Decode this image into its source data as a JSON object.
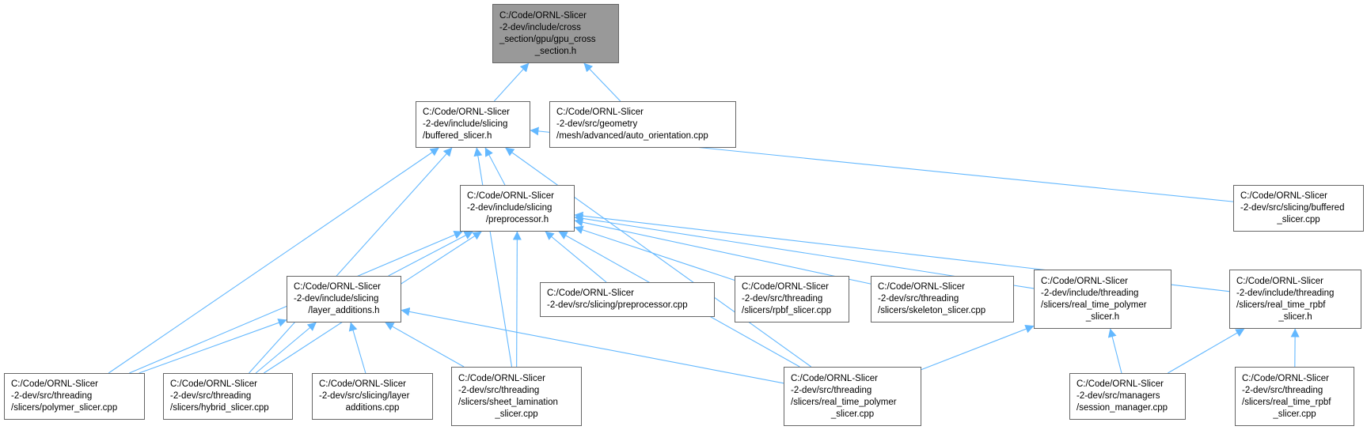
{
  "colors": {
    "edge": "#63b8ff",
    "node_border": "#666666",
    "focus_fill": "#999999",
    "node_fill": "#ffffff"
  },
  "nodes": {
    "gpu_cross_section_h": {
      "lines": [
        "C:/Code/ORNL-Slicer",
        "-2-dev/include/cross",
        "_section/gpu/gpu_cross",
        "_section.h"
      ]
    },
    "buffered_slicer_h": {
      "lines": [
        "C:/Code/ORNL-Slicer",
        "-2-dev/include/slicing",
        "/buffered_slicer.h"
      ]
    },
    "auto_orientation_cpp": {
      "lines": [
        "C:/Code/ORNL-Slicer",
        "-2-dev/src/geometry",
        "/mesh/advanced/auto_orientation.cpp"
      ]
    },
    "preprocessor_h": {
      "lines": [
        "C:/Code/ORNL-Slicer",
        "-2-dev/include/slicing",
        "/preprocessor.h"
      ]
    },
    "buffered_slicer_cpp": {
      "lines": [
        "C:/Code/ORNL-Slicer",
        "-2-dev/src/slicing/buffered",
        "_slicer.cpp"
      ]
    },
    "layer_additions_h": {
      "lines": [
        "C:/Code/ORNL-Slicer",
        "-2-dev/include/slicing",
        "/layer_additions.h"
      ]
    },
    "preprocessor_cpp": {
      "lines": [
        "C:/Code/ORNL-Slicer",
        "-2-dev/src/slicing/preprocessor.cpp"
      ]
    },
    "rpbf_slicer_cpp": {
      "lines": [
        "C:/Code/ORNL-Slicer",
        "-2-dev/src/threading",
        "/slicers/rpbf_slicer.cpp"
      ]
    },
    "skeleton_slicer_cpp": {
      "lines": [
        "C:/Code/ORNL-Slicer",
        "-2-dev/src/threading",
        "/slicers/skeleton_slicer.cpp"
      ]
    },
    "real_time_polymer_slicer_h": {
      "lines": [
        "C:/Code/ORNL-Slicer",
        "-2-dev/include/threading",
        "/slicers/real_time_polymer",
        "_slicer.h"
      ]
    },
    "real_time_rpbf_slicer_h": {
      "lines": [
        "C:/Code/ORNL-Slicer",
        "-2-dev/include/threading",
        "/slicers/real_time_rpbf",
        "_slicer.h"
      ]
    },
    "polymer_slicer_cpp": {
      "lines": [
        "C:/Code/ORNL-Slicer",
        "-2-dev/src/threading",
        "/slicers/polymer_slicer.cpp"
      ]
    },
    "hybrid_slicer_cpp": {
      "lines": [
        "C:/Code/ORNL-Slicer",
        "-2-dev/src/threading",
        "/slicers/hybrid_slicer.cpp"
      ]
    },
    "layer_additions_cpp": {
      "lines": [
        "C:/Code/ORNL-Slicer",
        "-2-dev/src/slicing/layer",
        "additions.cpp"
      ]
    },
    "sheet_lamination_slicer_cpp": {
      "lines": [
        "C:/Code/ORNL-Slicer",
        "-2-dev/src/threading",
        "/slicers/sheet_lamination",
        "_slicer.cpp"
      ]
    },
    "real_time_polymer_slicer_cpp": {
      "lines": [
        "C:/Code/ORNL-Slicer",
        "-2-dev/src/threading",
        "/slicers/real_time_polymer",
        "_slicer.cpp"
      ]
    },
    "session_manager_cpp": {
      "lines": [
        "C:/Code/ORNL-Slicer",
        "-2-dev/src/managers",
        "/session_manager.cpp"
      ]
    },
    "real_time_rpbf_slicer_cpp": {
      "lines": [
        "C:/Code/ORNL-Slicer",
        "-2-dev/src/threading",
        "/slicers/real_time_rpbf",
        "_slicer.cpp"
      ]
    }
  },
  "edges": [
    [
      "buffered_slicer_h",
      "gpu_cross_section_h"
    ],
    [
      "auto_orientation_cpp",
      "gpu_cross_section_h"
    ],
    [
      "preprocessor_h",
      "buffered_slicer_h"
    ],
    [
      "buffered_slicer_cpp",
      "buffered_slicer_h"
    ],
    [
      "polymer_slicer_cpp",
      "buffered_slicer_h"
    ],
    [
      "hybrid_slicer_cpp",
      "buffered_slicer_h"
    ],
    [
      "sheet_lamination_slicer_cpp",
      "buffered_slicer_h"
    ],
    [
      "real_time_polymer_slicer_cpp",
      "buffered_slicer_h"
    ],
    [
      "layer_additions_h",
      "preprocessor_h"
    ],
    [
      "preprocessor_cpp",
      "preprocessor_h"
    ],
    [
      "rpbf_slicer_cpp",
      "preprocessor_h"
    ],
    [
      "skeleton_slicer_cpp",
      "preprocessor_h"
    ],
    [
      "real_time_polymer_slicer_h",
      "preprocessor_h"
    ],
    [
      "real_time_rpbf_slicer_h",
      "preprocessor_h"
    ],
    [
      "polymer_slicer_cpp",
      "preprocessor_h"
    ],
    [
      "hybrid_slicer_cpp",
      "preprocessor_h"
    ],
    [
      "sheet_lamination_slicer_cpp",
      "preprocessor_h"
    ],
    [
      "real_time_polymer_slicer_cpp",
      "preprocessor_h"
    ],
    [
      "polymer_slicer_cpp",
      "layer_additions_h"
    ],
    [
      "hybrid_slicer_cpp",
      "layer_additions_h"
    ],
    [
      "layer_additions_cpp",
      "layer_additions_h"
    ],
    [
      "sheet_lamination_slicer_cpp",
      "layer_additions_h"
    ],
    [
      "real_time_polymer_slicer_cpp",
      "layer_additions_h"
    ],
    [
      "real_time_polymer_slicer_cpp",
      "real_time_polymer_slicer_h"
    ],
    [
      "session_manager_cpp",
      "real_time_polymer_slicer_h"
    ],
    [
      "session_manager_cpp",
      "real_time_rpbf_slicer_h"
    ],
    [
      "real_time_rpbf_slicer_cpp",
      "real_time_rpbf_slicer_h"
    ]
  ]
}
